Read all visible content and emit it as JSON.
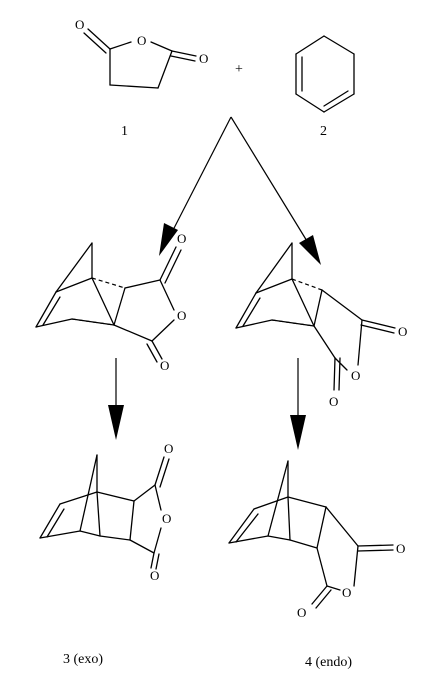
{
  "atom_labels": {
    "oxygen": "O"
  },
  "operator": "+",
  "compound_labels": {
    "compound_1": "1",
    "compound_2": "2",
    "product_exo": "3 (exo)",
    "product_endo": "4 (endo)"
  }
}
